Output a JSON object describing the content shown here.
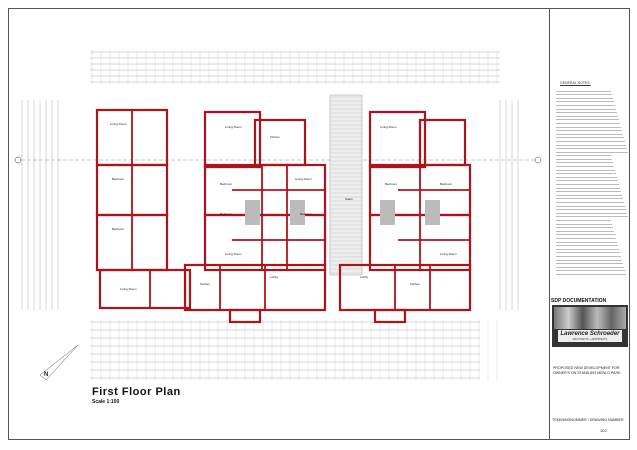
{
  "drawing": {
    "title": "First Floor Plan",
    "scale": "Scale 1:100"
  },
  "title_block": {
    "notes_heading": "GENERAL NOTES:",
    "section_label": "SDP DOCUMENTATION",
    "firm_name": "Lawrence Schroeder",
    "firm_subtitle": "ARCHITECTS + ARCHITECTS",
    "project_description": "PROPOSED NEW DEVELOPMENT FOR OWNER'S ON STAND 893 MENLO PARK.",
    "drawing_number_label": "TEKENINGNOMMER / DRAWING NUMBER",
    "drawing_number": "102"
  },
  "rooms": [
    "Living Room",
    "Bedroom",
    "Bedroom",
    "Living Room",
    "Kitchen",
    "Bedroom",
    "Living Room",
    "Bedroom",
    "Bedroom",
    "Living Room",
    "Lobby",
    "Kitchen",
    "Living Room",
    "Bedroom",
    "Bedroom",
    "Living Room",
    "Kitchen",
    "Living Room",
    "Stairs",
    "Lobby"
  ],
  "colors": {
    "wall": "#b0121a",
    "line": "#999999"
  }
}
